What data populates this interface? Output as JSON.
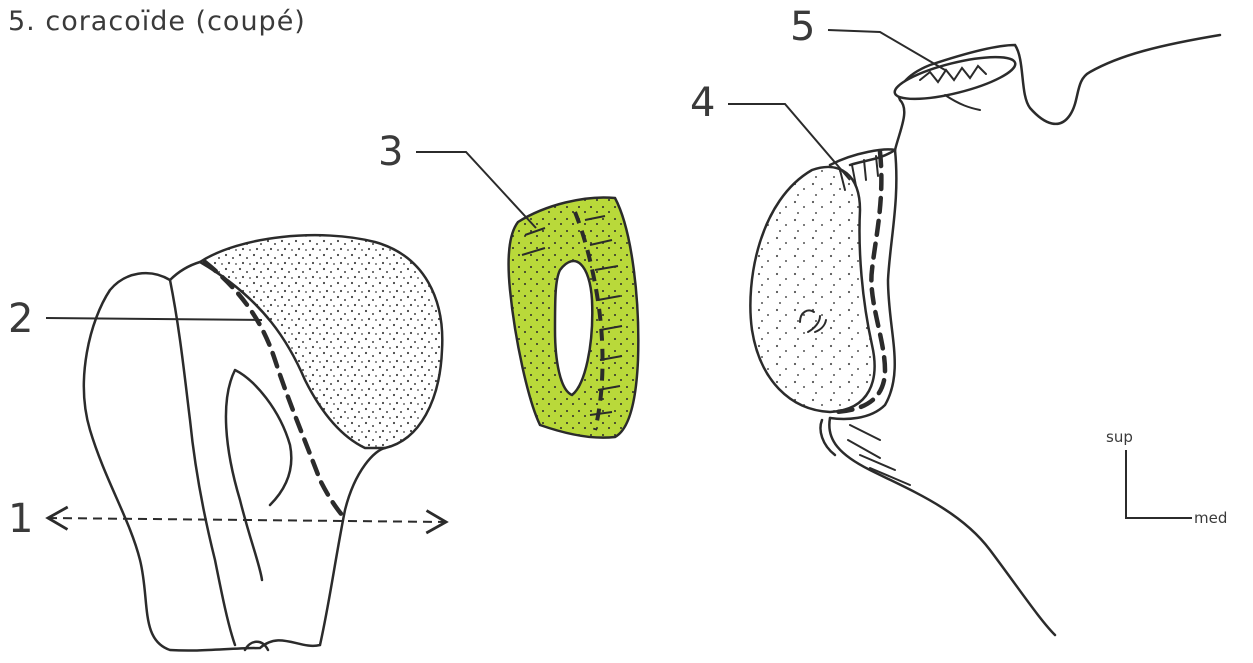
{
  "caption": "5. coracoïde (coupé)",
  "labels": {
    "n1": "1",
    "n2": "2",
    "n3": "3",
    "n4": "4",
    "n5": "5"
  },
  "orientation": {
    "sup": "sup",
    "med": "med"
  },
  "colors": {
    "line": "#2b2b2b",
    "labrum_fill": "#b9d93a",
    "paper": "#ffffff"
  }
}
